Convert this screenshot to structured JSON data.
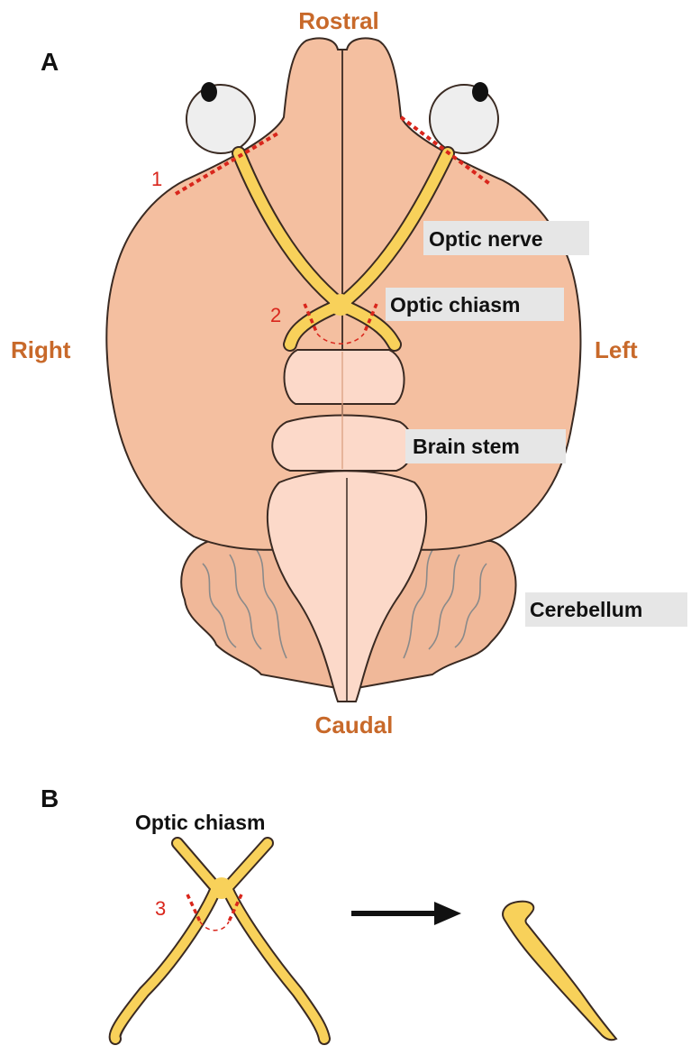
{
  "panel_a": {
    "letter": "A",
    "orientation": {
      "rostral": "Rostral",
      "caudal": "Caudal",
      "right": "Right",
      "left": "Left"
    },
    "labels": {
      "optic_nerve": "Optic nerve",
      "optic_chiasm": "Optic chiasm",
      "brain_stem": "Brain stem",
      "cerebellum": "Cerebellum"
    },
    "cut_markers": [
      "1",
      "2"
    ]
  },
  "panel_b": {
    "letter": "B",
    "label": "Optic chiasm",
    "cut_marker": "3"
  },
  "colors": {
    "brain": "#f4bfa0",
    "brainstem": "#fcd9c9",
    "cerebellum": "#f0b899",
    "nerve": "#f8d15a",
    "eye": "#eeeeee",
    "cut_line": "#d9261c",
    "orientation_text": "#c8692a",
    "label_box": "#e6e6e6"
  }
}
